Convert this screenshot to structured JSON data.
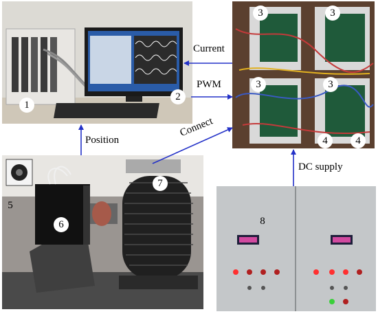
{
  "labels": {
    "current": "Current",
    "pwm": "PWM",
    "position": "Position",
    "connect": "Connect",
    "dc_supply": "DC supply"
  },
  "markers": {
    "m1": "1",
    "m2": "2",
    "m3a": "3",
    "m3b": "3",
    "m3c": "3",
    "m3d": "3",
    "m4a": "4",
    "m4b": "4",
    "m5": "5",
    "m6": "6",
    "m7": "7",
    "m8": "8"
  },
  "colors": {
    "arrow": "#2432c8"
  }
}
